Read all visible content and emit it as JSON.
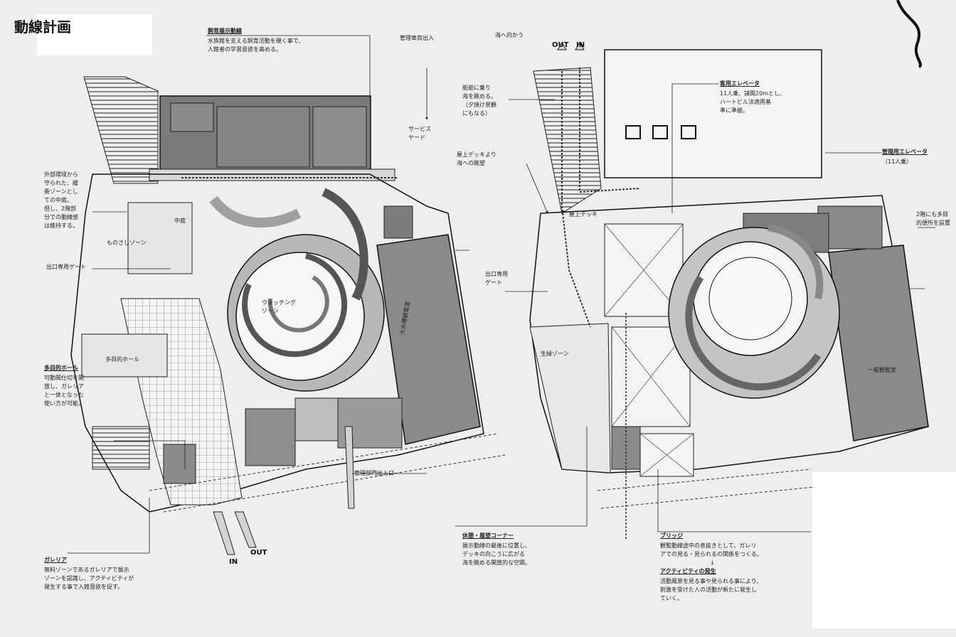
{
  "title": "動線計画",
  "top_notes": {
    "left_heading": "飼育展示動線",
    "left_lines": [
      "水族館を支える飼育活動を覗く事で、",
      "入館者の学習意欲を高める。"
    ],
    "management_entry": "管理車両出入",
    "service_yard": [
      "サービス",
      "ヤード"
    ],
    "to_sea": "海へ向かう",
    "out": "OUT",
    "in": "IN"
  },
  "left_plan": {
    "side_note": [
      "外部環境から",
      "守られた、緩",
      "衝ゾーンとし",
      "ての中庭。",
      "但し、2階部",
      "分での動線感",
      "は維持する。"
    ],
    "zone_label_1": "ものさしゾーン",
    "zone_label_2": "中庭",
    "exit_gate": "出口専用ゲート",
    "watching_zone": [
      "ウォッチング",
      "ゾーン"
    ],
    "multipurpose_hall": "多目的ホール",
    "hall_note_heading": "多目的ホール",
    "hall_note": [
      "可動間仕切を開",
      "放し、ガレリア",
      "と一体となった",
      "使い方が可能。"
    ],
    "large_tank": "大水槽観覧室",
    "management_gate": "管理部門出入口",
    "in_label": "IN",
    "out_label": "OUT",
    "galleria_heading": "ガレリア",
    "galleria_note": [
      "無料ゾーンであるガレリアで展示",
      "ゾーンを認識し、アクティビティが",
      "発生する事で入館意欲を促す。"
    ]
  },
  "right_plan": {
    "sea_view_note": [
      "船舶に乗り",
      "海を眺める。",
      "（夕焼け景観",
      "にもなる）"
    ],
    "roof_deck_note": [
      "屋上デッキより",
      "海への眺望"
    ],
    "roof_deck": "屋上デッキ",
    "exit_gate": [
      "出口専用",
      "ゲート"
    ],
    "elevator_heading": "客用エレベータ",
    "elevator_note": [
      "11人乗、諸間20mとし、",
      "ハートビル法適用基",
      "準に準拠。"
    ],
    "mgmt_elevator_heading": "管理用エレベータ",
    "mgmt_elevator_note": "（11人乗）",
    "floor2_note": [
      "2階にも多目",
      "的便所を設置"
    ],
    "living_zone": "生緑ゾーン",
    "tank_room": "一般観覧室",
    "rest_heading": "休憩・展望コーナー",
    "rest_note": [
      "展示動線の最後に位置し、",
      "デッキの向こうに広がる",
      "海を眺める開放的な空間。"
    ],
    "bridge_heading": "ブリッジ",
    "bridge_note": [
      "観覧動線途中の息抜きとして、ガレリ",
      "アでの見る・見られるの関係をつくる。"
    ],
    "activity_heading": "アクティビティの発生",
    "activity_note": [
      "活動風景を見る事や見られる事により、",
      "刺激を受けた人の活動が新たに発生し",
      "ていく。"
    ]
  },
  "colors": {
    "paper": "#eeeeee",
    "line": "#1a1a1a",
    "dark_fill": "#7a7a7a",
    "mid_fill": "#a9a9a9",
    "light_fill": "#d6d6d6",
    "arrow": "#c9c9c9"
  }
}
